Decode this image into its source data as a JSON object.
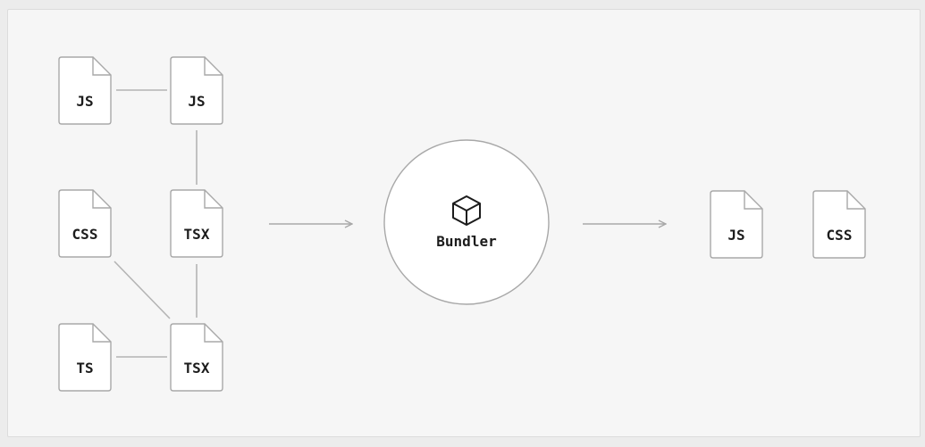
{
  "inputs": [
    {
      "id": "in-js-1",
      "label": "JS"
    },
    {
      "id": "in-js-2",
      "label": "JS"
    },
    {
      "id": "in-css",
      "label": "CSS"
    },
    {
      "id": "in-tsx-1",
      "label": "TSX"
    },
    {
      "id": "in-ts",
      "label": "TS"
    },
    {
      "id": "in-tsx-2",
      "label": "TSX"
    }
  ],
  "bundler": {
    "label": "Bundler",
    "icon": "cube-icon"
  },
  "outputs": [
    {
      "id": "out-js",
      "label": "JS"
    },
    {
      "id": "out-css",
      "label": "CSS"
    }
  ],
  "colors": {
    "background": "#f6f6f6",
    "stroke": "#a8a8a8",
    "node_fill": "#ffffff",
    "text": "#1c1c1c"
  }
}
